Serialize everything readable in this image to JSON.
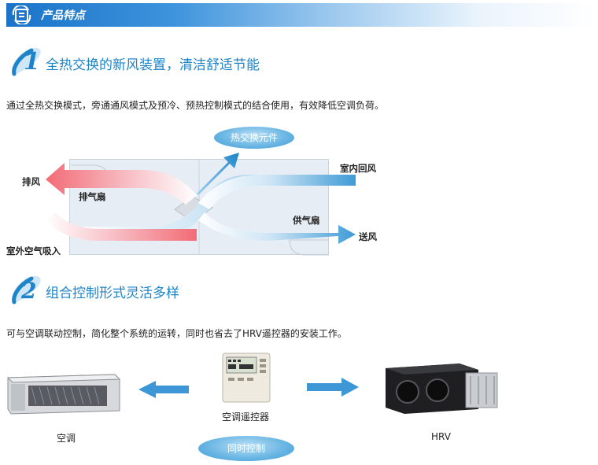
{
  "header": {
    "title": "产品特点"
  },
  "section1": {
    "number": "1",
    "title": "全热交换的新风装置，清洁舒适节能",
    "description": "通过全热交换模式，旁通通风模式及预冷、预热控制模式的结合使用，有效降低空调负荷。"
  },
  "diagram1": {
    "element_label": "热交换元件",
    "exhaust_label": "排风",
    "exhaust_fan_label": "排气扇",
    "return_air_label": "室内回风",
    "supply_fan_label": "供气扇",
    "supply_air_label": "送风",
    "outdoor_intake_label": "室外空气吸入"
  },
  "section2": {
    "number": "2",
    "title": "组合控制形式灵活多样",
    "description": "可与空调联动控制，简化整个系统的运转，同时也省去了HRV遥控器的安装工作。"
  },
  "diagram2": {
    "ac_label": "空调",
    "remote_label": "空调遥控器",
    "hrv_label": "HRV",
    "sync_label": "同时控制"
  },
  "colors": {
    "accent": "#1e84c9",
    "header": "#1a73c8",
    "arrow_red": "#f0707a",
    "arrow_blue": "#3c9ad8"
  }
}
